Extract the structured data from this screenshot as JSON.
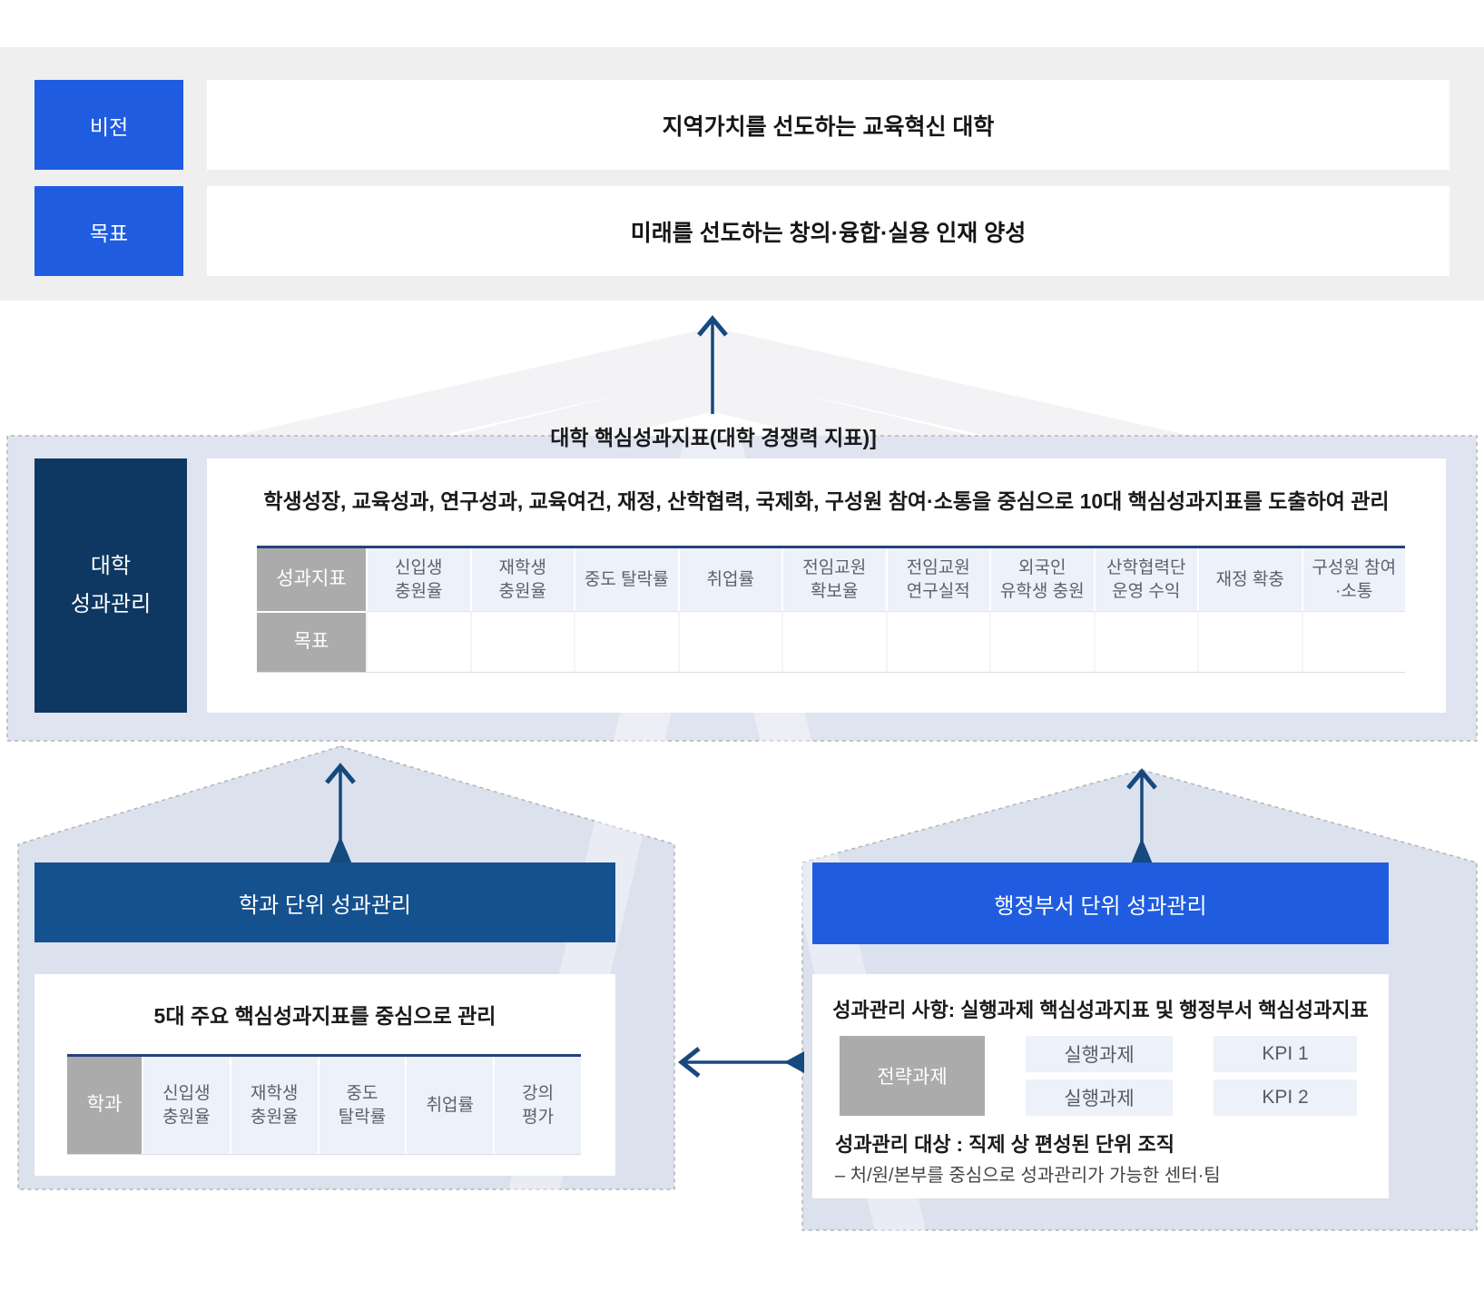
{
  "colors": {
    "blue": "#1f5ce0",
    "deep_navy": "#0e3862",
    "header_navy": "#15518f",
    "arrow_navy": "#16497e",
    "lavender": "#e0e4f0",
    "panel_fill": "#dce1ee",
    "gray_cell": "#ababab",
    "light_cell": "#edf1f9"
  },
  "top": {
    "vision_label": "비전",
    "vision_text": "지역가치를 선도하는 교육혁신 대학",
    "goal_label": "목표",
    "goal_text": "미래를 선도하는 창의·융합·실용 인재 양성"
  },
  "kpi": {
    "title": "대학 핵심성과지표(대학 경쟁력 지표)]",
    "side_label_line1": "대학",
    "side_label_line2": "성과관리",
    "description": "학생성장, 교육성과, 연구성과, 교육여건, 재정, 산학협력, 국제화, 구성원 참여·소통을 중심으로 10대 핵심성과지표를 도출하여 관리",
    "table": {
      "row1_header": "성과지표",
      "row2_header": "목표",
      "columns": [
        "신입생 충원율",
        "재학생 충원율",
        "중도 탈락률",
        "취업률",
        "전임교원 확보율",
        "전임교원 연구실적",
        "외국인 유학생 충원",
        "산학협력단 운영 수익",
        "재정 확충",
        "구성원 참여·소통"
      ]
    }
  },
  "dept": {
    "title": "학과 단위 성과관리",
    "subtitle": "5대 주요 핵심성과지표를 중심으로 관리",
    "table": {
      "row_header": "학과",
      "columns": [
        "신입생 충원율",
        "재학생 충원율",
        "중도 탈락률",
        "취업률",
        "강의 평가"
      ]
    }
  },
  "admin": {
    "title": "행정부서 단위 성과관리",
    "line1": "성과관리 사항: 실행과제 핵심성과지표 및 행정부서 핵심성과지표",
    "flow": {
      "root": "전략과제",
      "task1": "실행과제",
      "task2": "실행과제",
      "kpi1": "KPI 1",
      "kpi2": "KPI 2"
    },
    "line2": "성과관리 대상 : 직제 상 편성된 단위 조직",
    "line3": "– 처/원/본부를 중심으로 성과관리가 가능한 센터·팀"
  }
}
